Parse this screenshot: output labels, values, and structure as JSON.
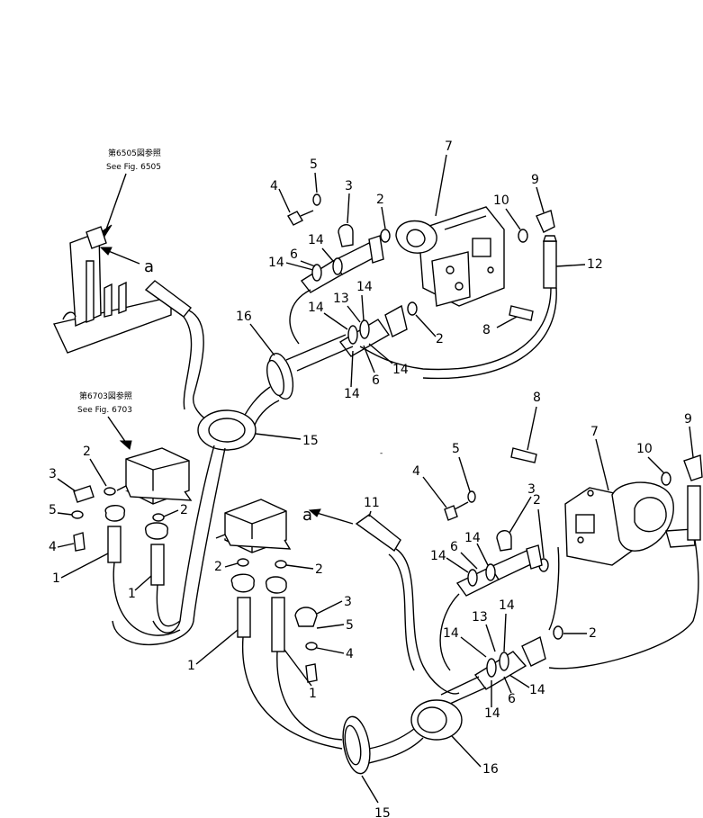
{
  "references": {
    "upper": {
      "jp": "第6505図参照",
      "en": "See Fig. 6505"
    },
    "left": {
      "jp": "第6703図参照",
      "en": "See Fig. 6703"
    }
  },
  "section_marks": [
    "a",
    "a"
  ],
  "part_numbers": {
    "n1": "1",
    "n2": "2",
    "n3": "3",
    "n4": "4",
    "n5": "5",
    "n6": "6",
    "n7": "7",
    "n8": "8",
    "n9": "9",
    "n10": "10",
    "n11": "11",
    "n12": "12",
    "n13": "13",
    "n14": "14",
    "n15": "15",
    "n16": "16"
  }
}
